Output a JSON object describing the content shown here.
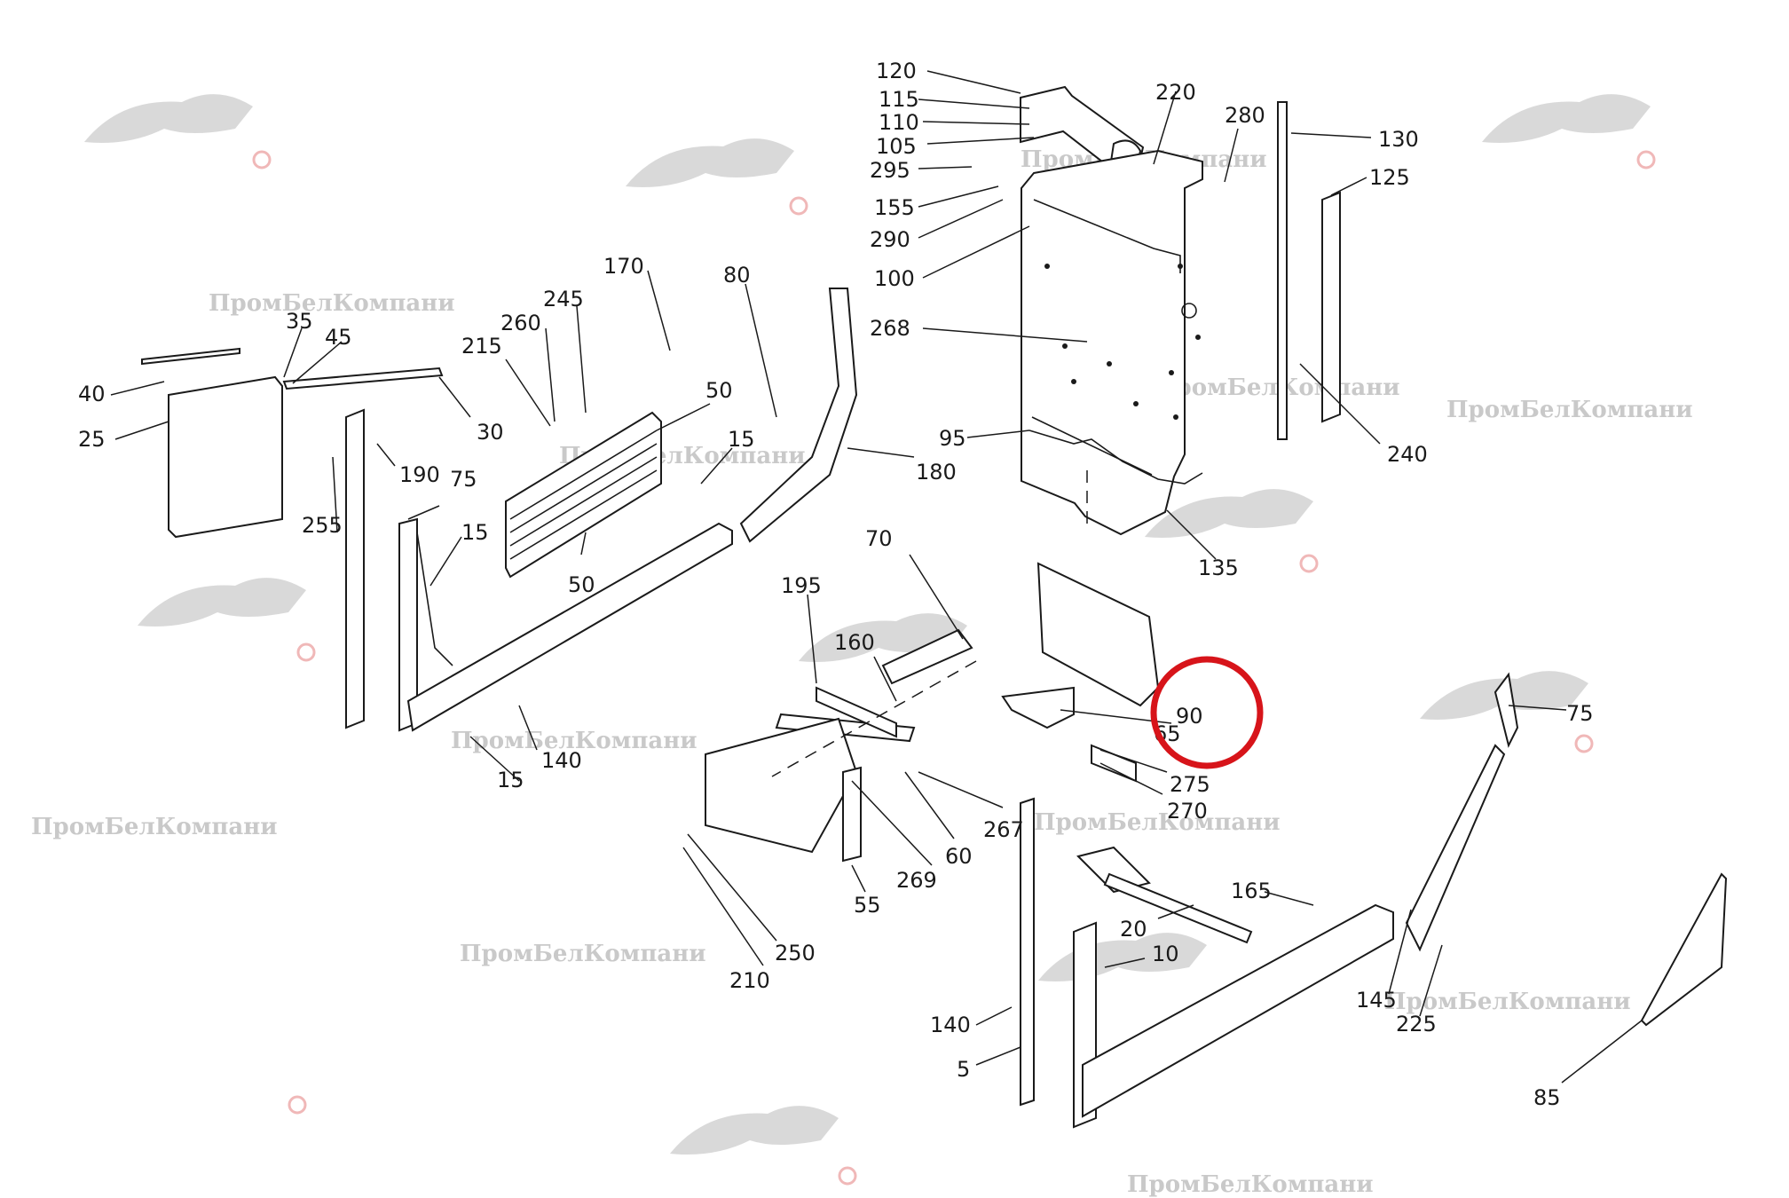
{
  "watermark_text": "ПромБелКомпани",
  "highlight_color": "#d7141a",
  "line_color": "#1a1a1a",
  "labels": {
    "l120": "120",
    "l115": "115",
    "l110": "110",
    "l105": "105",
    "l295": "295",
    "l155": "155",
    "l290": "290",
    "l100": "100",
    "l268": "268",
    "l95": "95",
    "l220": "220",
    "l280": "280",
    "l130": "130",
    "l125": "125",
    "l240": "240",
    "l135": "135",
    "l170": "170",
    "l245": "245",
    "l260": "260",
    "l215": "215",
    "l80": "80",
    "l50a": "50",
    "l50b": "50",
    "l15a": "15",
    "l15b": "15",
    "l15c": "15",
    "l180": "180",
    "l40": "40",
    "l35": "35",
    "l45": "45",
    "l25": "25",
    "l30": "30",
    "l190": "190",
    "l75a": "75",
    "l255": "255",
    "l140a": "140",
    "l70": "70",
    "l195": "195",
    "l160": "160",
    "l65": "65",
    "l90": "90",
    "l275": "275",
    "l270": "270",
    "l267": "267",
    "l60": "60",
    "l269": "269",
    "l55": "55",
    "l250": "250",
    "l210": "210",
    "l75b": "75",
    "l165": "165",
    "l20": "20",
    "l10": "10",
    "l140b": "140",
    "l5": "5",
    "l145": "145",
    "l225": "225",
    "l85": "85"
  }
}
